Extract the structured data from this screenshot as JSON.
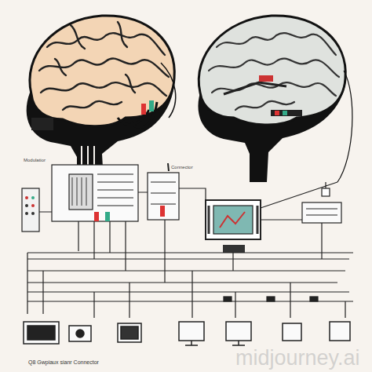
{
  "diagram": {
    "labels": [
      "Modulatior",
      "Connector",
      "Q8 Gwpiaux sianr Connector",
      "midjourney.ai"
    ]
  }
}
